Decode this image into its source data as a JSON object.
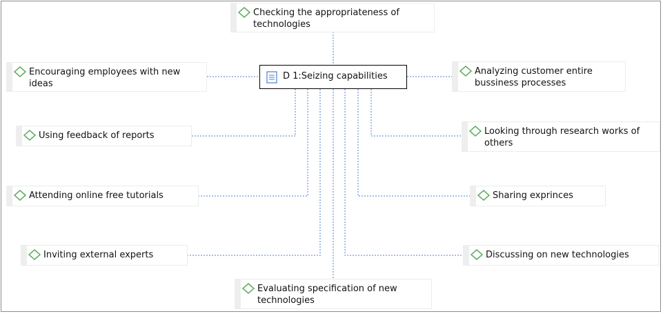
{
  "diagram": {
    "center": {
      "label": "D 1:Seizing capabilities",
      "icon": "document-icon"
    },
    "nodes": [
      {
        "id": "top",
        "label": "Checking the appropriateness of technologies"
      },
      {
        "id": "l1",
        "label": "Encouraging employees with new ideas"
      },
      {
        "id": "l2",
        "label": "Using feedback of reports"
      },
      {
        "id": "l3",
        "label": "Attending online free tutorials"
      },
      {
        "id": "l4",
        "label": "Inviting external experts"
      },
      {
        "id": "bottom",
        "label": "Evaluating specification of new technologies"
      },
      {
        "id": "r1",
        "label": "Analyzing customer entire bussiness processes"
      },
      {
        "id": "r2",
        "label": "Looking through research works of others"
      },
      {
        "id": "r3",
        "label": "Sharing exprinces"
      },
      {
        "id": "r4",
        "label": "Discussing on new technologies"
      }
    ],
    "node_icon": "diamond-icon",
    "colors": {
      "connector": "#4a7fd1",
      "diamond": "#5cad5c",
      "border": "#000000"
    }
  }
}
